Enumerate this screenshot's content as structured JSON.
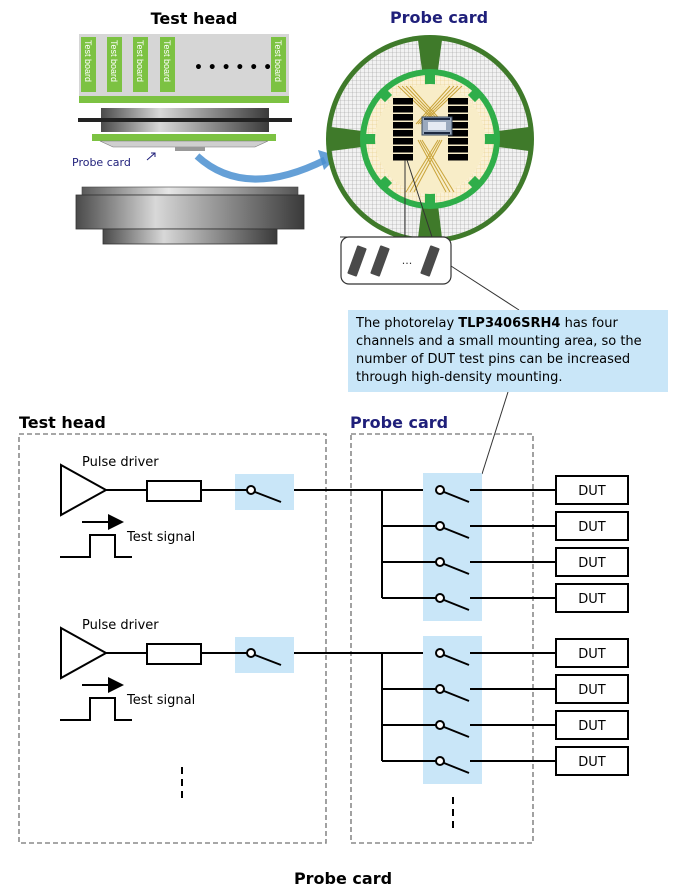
{
  "top_left": {
    "title": "Test head",
    "test_board_label": "Test board",
    "test_board_count_shown": 5,
    "ellipsis": "• • • • • •",
    "probe_card_label": "Probe card"
  },
  "top_right": {
    "title": "Probe card",
    "zoom_ellipsis": "..."
  },
  "callout": {
    "prefix": "The photorelay ",
    "part_number": "TLP3406SRH4",
    "suffix": " has four channels and a small mounting area, so the number of DUT test pins can be increased through high-density mounting."
  },
  "circuit": {
    "test_head_title": "Test head",
    "probe_card_title": "Probe card",
    "channels": [
      {
        "driver_label": "Pulse driver",
        "signal_label": "Test signal",
        "duts": [
          "DUT",
          "DUT",
          "DUT",
          "DUT"
        ]
      },
      {
        "driver_label": "Pulse driver",
        "signal_label": "Test signal",
        "duts": [
          "DUT",
          "DUT",
          "DUT",
          "DUT"
        ]
      }
    ]
  },
  "caption": "Probe card",
  "colors": {
    "relay_highlight": "#c9e6f8",
    "board_green": "#7cc242",
    "probe_green_dark": "#3f7a2a",
    "probe_green": "#2fae4a",
    "title_navy": "#1f1f7a",
    "arrow_blue": "#4a8fd0"
  }
}
